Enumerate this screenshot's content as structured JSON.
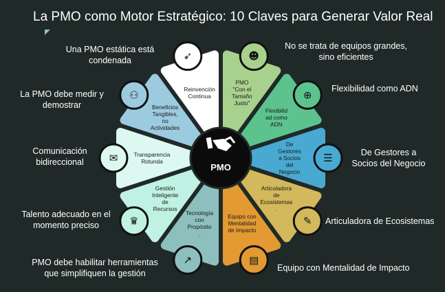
{
  "title": "La PMO como Motor Estratégico: 10 Claves para Generar Valor Real",
  "center": {
    "label": "PMO",
    "icon": "handshake-icon"
  },
  "segments": [
    {
      "lines": [
        "PMO",
        "\"Con el",
        "Tamaño",
        "Justo\""
      ],
      "color": "#a9d18e",
      "icon": "head-icon",
      "glyph": "☻",
      "outer": [
        "No se trata de equipos grandes,",
        "sino eficientes"
      ]
    },
    {
      "lines": [
        "Flexibilid",
        "ad como",
        "ADN"
      ],
      "color": "#5cc38e",
      "icon": "globe-icon",
      "glyph": "⊕",
      "outer": [
        "Flexibilidad como ADN"
      ]
    },
    {
      "lines": [
        "De",
        "Gestores",
        "a Socios",
        "del",
        "Negocio"
      ],
      "color": "#49a9d2",
      "icon": "document-icon",
      "glyph": "☰",
      "outer": [
        "De Gestores a",
        "Socios del Negocio"
      ]
    },
    {
      "lines": [
        "Articuladora",
        "de",
        "Ecosistemas",
        "."
      ],
      "color": "#d3b95b",
      "icon": "edit-document-icon",
      "glyph": "✎",
      "outer": [
        "Articuladora de Ecosistemas"
      ]
    },
    {
      "lines": [
        "Equipo con",
        "Mentalidad",
        "de Impacto"
      ],
      "color": "#e39a33",
      "icon": "presentation-board-icon",
      "glyph": "▤",
      "outer": [
        "Equipo con Mentalidad de Impacto"
      ]
    },
    {
      "lines": [
        "Tecnología",
        "con",
        "Propósito",
        "."
      ],
      "color": "#8ebfbf",
      "icon": "growth-chart-icon",
      "glyph": "↗",
      "outer": [
        "PMO debe habilitar herramientas",
        "que simplifiquen la gestión"
      ]
    },
    {
      "lines": [
        "Gestión",
        "Inteligente",
        "de",
        "Recursos"
      ],
      "color": "#bff2e2",
      "icon": "trophy-icon",
      "glyph": "♛",
      "outer": [
        "Talento adecuado en el",
        "momento preciso"
      ]
    },
    {
      "lines": [
        "Transparencia",
        "Rotunda"
      ],
      "color": "#dcf8f1",
      "icon": "communication-icon",
      "glyph": "✉",
      "outer": [
        "Comunicación",
        "bidireccional"
      ]
    },
    {
      "lines": [
        "Beneficios",
        "Tangibles,",
        "no",
        "Actividades"
      ],
      "color": "#9ccbe0",
      "icon": "team-network-icon",
      "glyph": "⚇",
      "outer": [
        "La PMO debe medir y",
        "demostrar"
      ]
    },
    {
      "lines": [
        "Reinvención",
        "Continua"
      ],
      "color": "#ffffff",
      "icon": "rocket-icon",
      "glyph": "➶",
      "outer": [
        "Una PMO estática está",
        "condenada"
      ]
    }
  ]
}
